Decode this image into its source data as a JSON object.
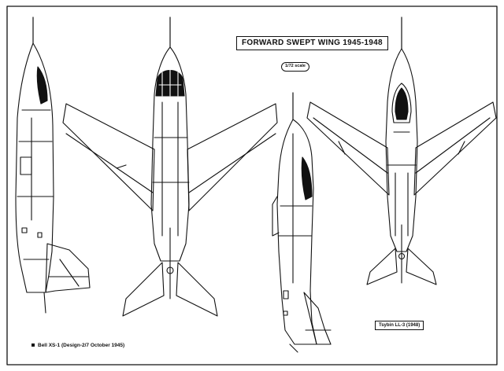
{
  "sheet": {
    "title": "FORWARD SWEPT WING 1945-1948",
    "scale": "1/72 scale",
    "caption_left": "Bell XS-1 (Design-2/7 October 1945)",
    "caption_right": "Tsybin LL-3 (1948)",
    "ink_color": "#111111",
    "paper_color": "#ffffff"
  }
}
